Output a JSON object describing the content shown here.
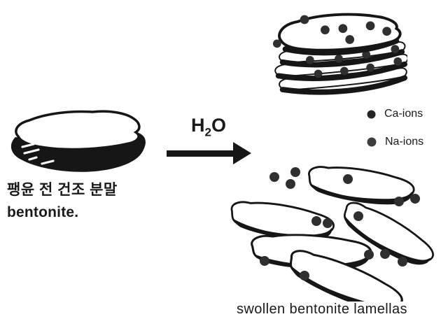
{
  "colors": {
    "background": "#ffffff",
    "ink": "#161616",
    "ion_dot": "#2f2f2f"
  },
  "left_figure": {
    "name": "dry bentonite powder before swelling",
    "caption_line1": "팽윤 전 건조 분말",
    "caption_line2": "bentonite."
  },
  "reaction_arrow": {
    "formula_main": "H",
    "formula_subscript": "2",
    "formula_tail": "O",
    "direction": "right"
  },
  "legend": {
    "items": [
      {
        "label": "Ca-ions",
        "color": "#262626"
      },
      {
        "label": "Na-ions",
        "color": "#3d3d3d"
      }
    ]
  },
  "top_right_figure": {
    "name": "stacked bentonite lamellas with interlayer Ca-ions",
    "layers": 4,
    "ions": 14
  },
  "bottom_right_figure": {
    "name": "dispersed swollen bentonite lamellas with Na-ions",
    "caption": "swollen bentonite lamellas",
    "lamellas": 5,
    "ions": 14
  }
}
